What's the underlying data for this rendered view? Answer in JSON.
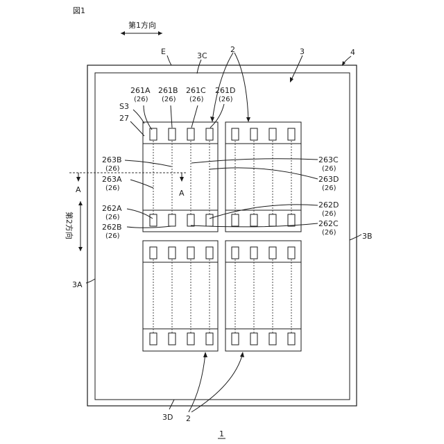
{
  "figure": {
    "fig_label": "図1",
    "bottom_number": "1",
    "dir1_label": "第1方向",
    "dir2_label": "第2方向"
  },
  "labels": {
    "E": "E",
    "n3C": "3C",
    "n2top": "2",
    "n3": "3",
    "n4": "4",
    "s3": "S3",
    "n27": "27",
    "n3A": "3A",
    "n3B": "3B",
    "n3D": "3D",
    "n2bottom": "2",
    "A_left": "A",
    "A_right": "A",
    "p261A": "261A",
    "p261B": "261B",
    "p261C": "261C",
    "p261D": "261D",
    "p263B": "263B",
    "p263A": "263A",
    "p262A": "262A",
    "p262B": "262B",
    "p263C": "263C",
    "p263D": "263D",
    "p262D": "262D",
    "p262C": "262C",
    "paren26": "(26)"
  }
}
